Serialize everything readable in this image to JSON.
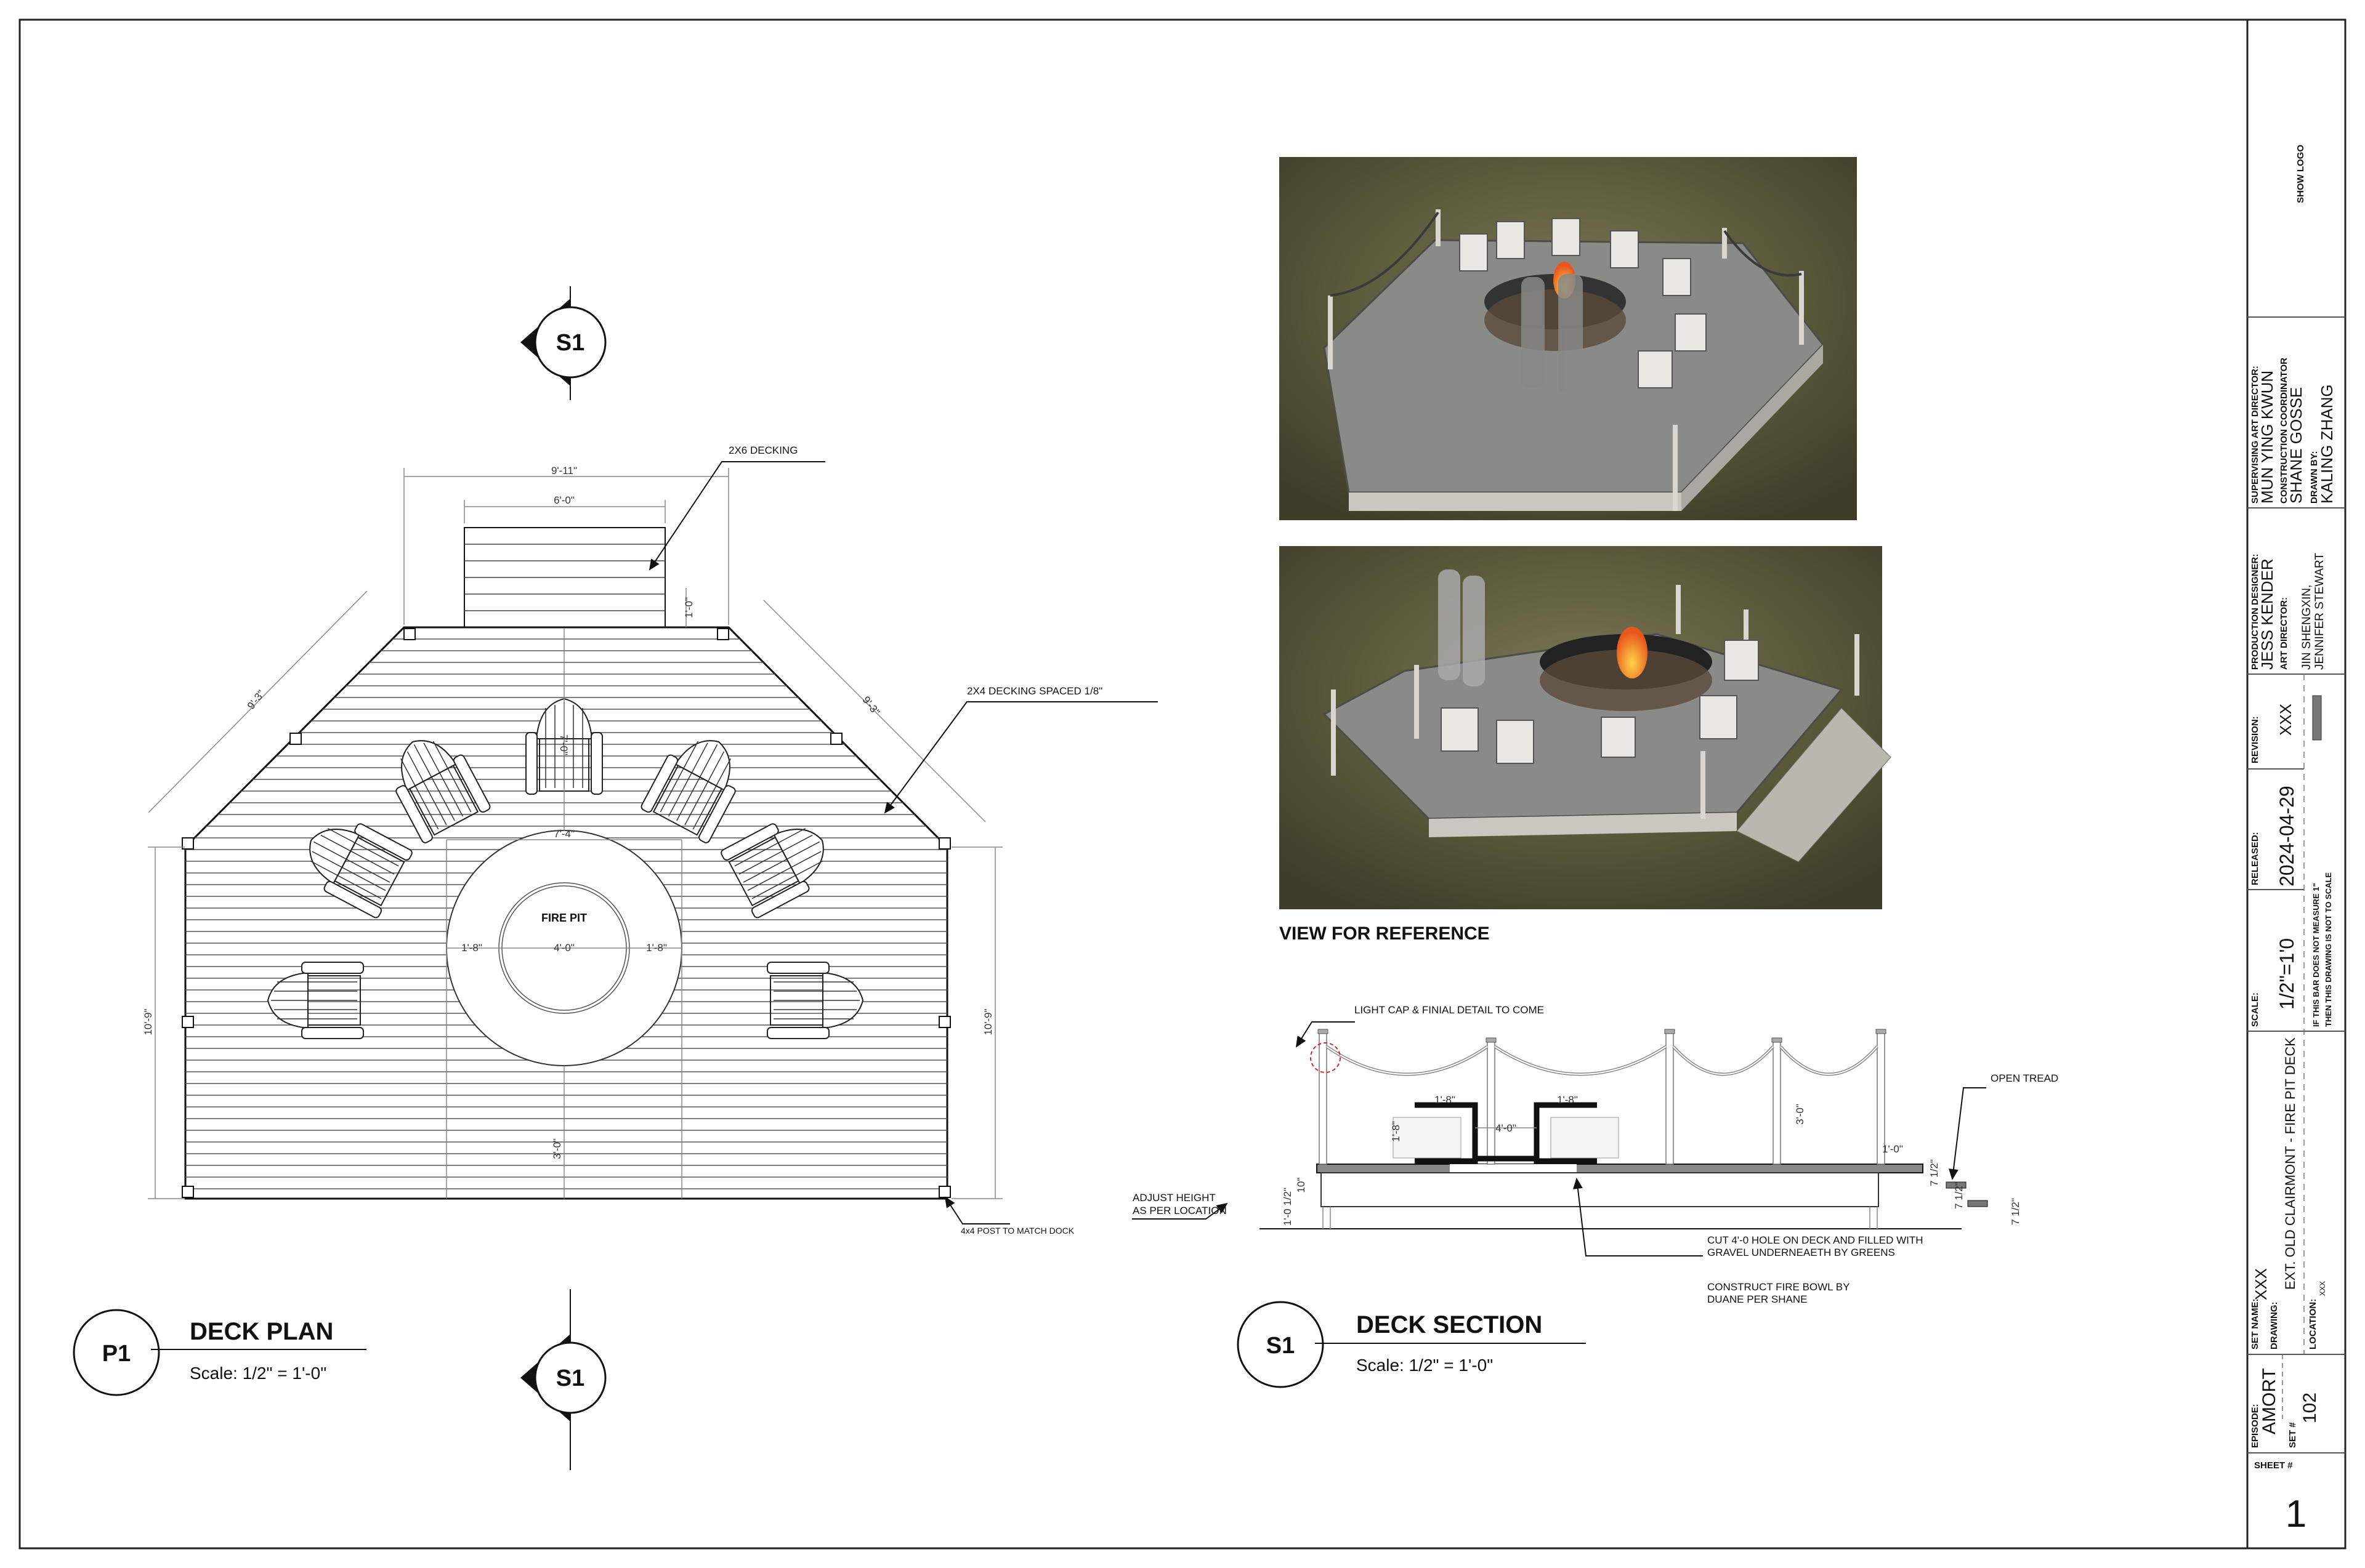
{
  "plan": {
    "marker_top": "S1",
    "marker_bottom": "S1",
    "id": "P1",
    "title": "DECK PLAN",
    "scale": "Scale: 1/2\" = 1'-0\"",
    "fire_pit": "FIRE PIT",
    "labels": {
      "decking_2x6": "2X6 DECKING",
      "decking_2x4": "2X4 DECKING SPACED 1/8\"",
      "post": "4x4 POST TO MATCH DOCK"
    },
    "dims": {
      "top_width": "9'-11\"",
      "dock_width": "6'-0\"",
      "dock_offset": "1'-0\"",
      "left_diag": "9'-3\"",
      "right_diag": "9'-3\"",
      "chair_row": "7'-4\"",
      "chair_to_pit": "7'-0\"",
      "left_height": "10'-9\"",
      "right_height": "10'-9\"",
      "pit_left": "1'-8\"",
      "pit_inner": "4'-0\"",
      "pit_right": "1'-8\"",
      "pit_to_edge": "3'-0\""
    }
  },
  "reference": {
    "title": "VIEW FOR REFERENCE"
  },
  "section": {
    "id": "S1",
    "title": "DECK SECTION",
    "scale": "Scale: 1/2\" = 1'-0\"",
    "labels": {
      "light_cap": "LIGHT CAP & FINIAL DETAIL TO COME",
      "open_tread": "OPEN TREAD",
      "adjust_1": "ADJUST HEIGHT",
      "adjust_2": "AS PER LOCATION",
      "cut_1": "CUT 4'-0 HOLE ON DECK AND FILLED WITH",
      "cut_2": "GRAVEL UNDERNEAETH BY GREENS",
      "bowl_1": "CONSTRUCT FIRE BOWL BY",
      "bowl_2": "DUANE PER SHANE"
    },
    "dims": {
      "bowl_left": "1'-8\"",
      "bowl_right": "1'-8\"",
      "bowl_inner": "4'-0\"",
      "bowl_height": "1'-8\"",
      "rail_height": "3'-0\"",
      "overhang": "1'-0\"",
      "joist": "10\"",
      "deck_height": "1'-0 1/2\"",
      "step_1": "7 1/2\"",
      "step_2": "7 1/2\""
    }
  },
  "title_block": {
    "show_logo": "SHOW LOGO",
    "supervising_art_director_label": "SUPERVISING ART DIRECTOR:",
    "supervising_art_director": "MUN YING KWUN",
    "construction_coordinator_label": "CONSTRUCTION COORDINATOR",
    "construction_coordinator": "SHANE GOSSE",
    "drawn_by_label": "DRAWN BY:",
    "drawn_by": "KALING ZHANG",
    "production_designer_label": "PRODUCTION DESIGNER:",
    "production_designer": "JESS KENDER",
    "art_director_label": "ART DIRECTOR:",
    "art_director_1": "JIN SHENGXIN,",
    "art_director_2": "JENNIFER STEWART",
    "revision_label": "REVISION:",
    "revision": "XXX",
    "released_label": "RELEASED:",
    "released": "2024-04-29",
    "scale_label": "SCALE:",
    "scale": "1/2\"=1'0",
    "bar_note_1": "IF THIS BAR DOES NOT MEASURE 1\"",
    "bar_note_2": "THEN THIS DRAWING IS NOT TO SCALE",
    "set_name_label": "SET NAME:",
    "set_name": "XXX",
    "drawing_label": "DRAWING:",
    "drawing": "EXT. OLD CLAIRMONT - FIRE PIT DECK",
    "location_label": "LOCATION:",
    "location": "XXX",
    "episode_label": "EPISODE:",
    "episode": "AMORT",
    "set_number_label": "SET #",
    "set_number": "102",
    "sheet_label": "SHEET #",
    "sheet": "1"
  },
  "colors": {
    "line": "#111111",
    "finial_highlight": "#d9262b",
    "render_background": "#5b5a3c",
    "fire": "#e8761c"
  }
}
